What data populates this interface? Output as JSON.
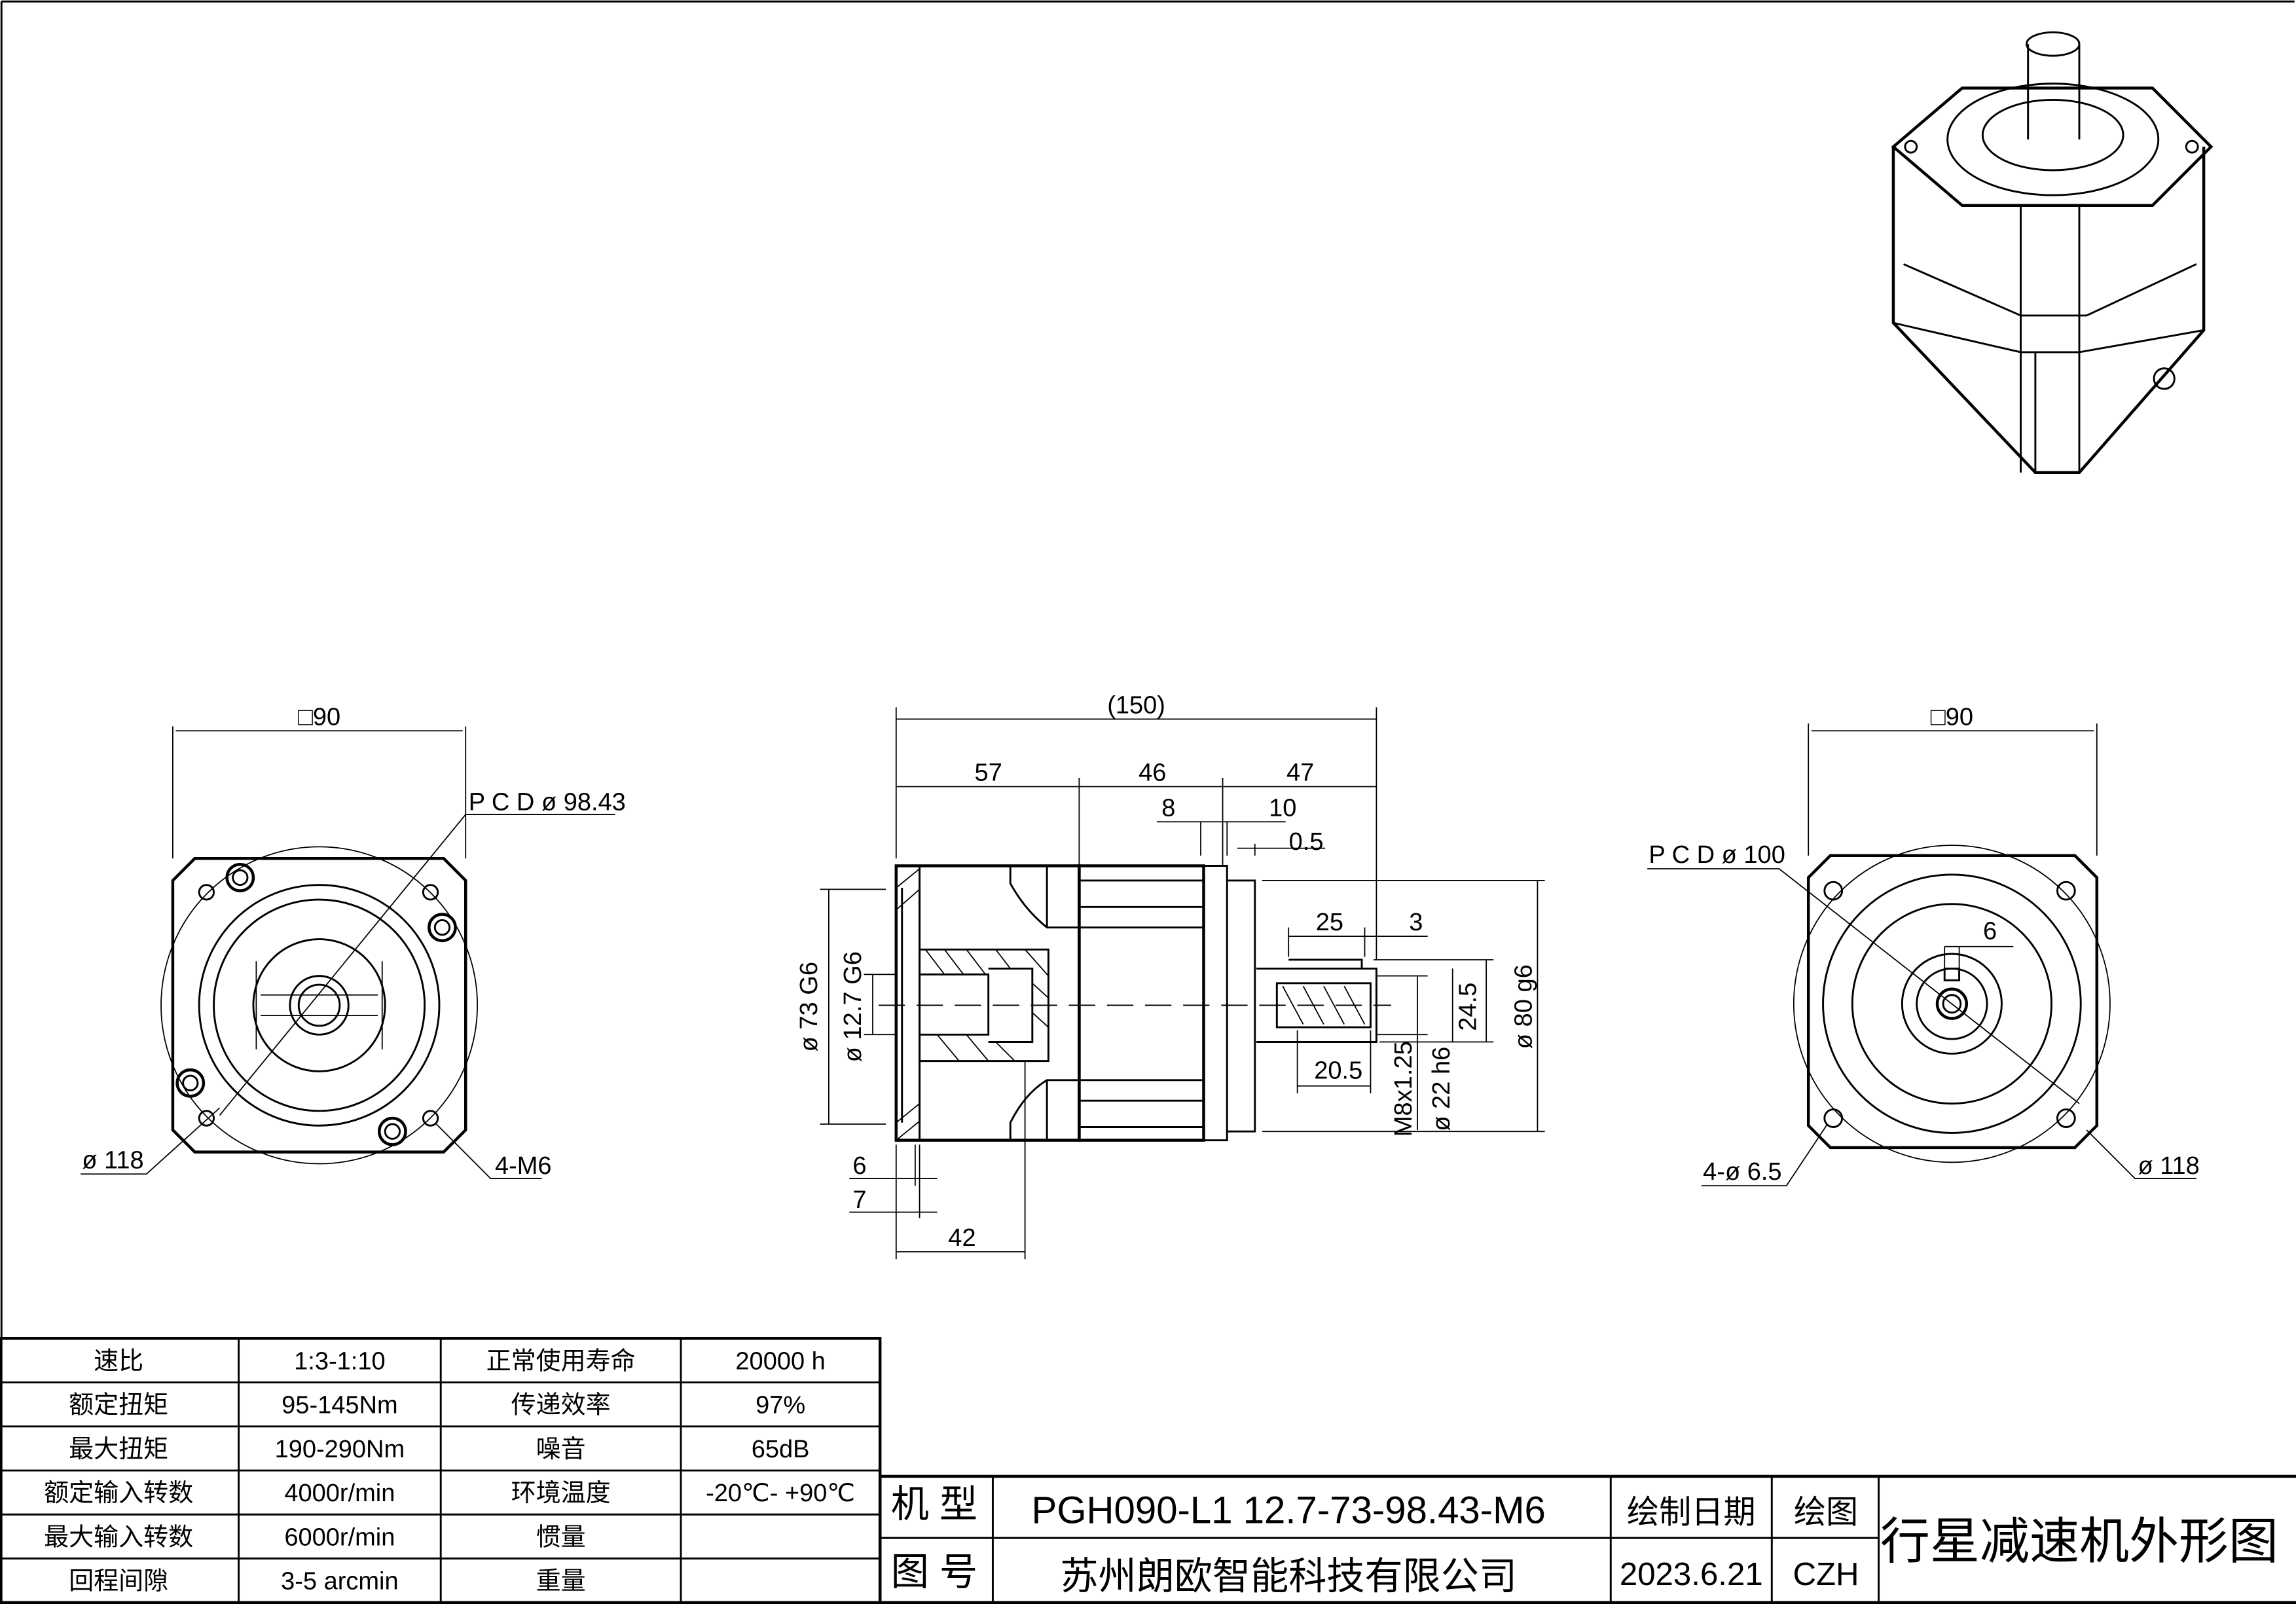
{
  "front_view": {
    "square": "□90",
    "pcd": "P C D ø 98.43",
    "outer_dia": "ø 118",
    "holes": "4-M6"
  },
  "side_view": {
    "overall": "(150)",
    "seg1": "57",
    "seg2": "46",
    "seg3": "47",
    "d8": "8",
    "d10": "10",
    "d05": "0.5",
    "key_len": "25",
    "key_off": "3",
    "shaft_key_h": "24.5",
    "thread_depth": "20.5",
    "bore_dia": "ø 73 G6",
    "input_dia": "ø 12.7 G6",
    "thread": "M8x1.25",
    "shaft_dia": "ø 22 h6",
    "pilot_dia": "ø 80 g6",
    "d6": "6",
    "d7": "7",
    "d42": "42"
  },
  "rear_view": {
    "square": "□90",
    "pcd": "P C D ø 100",
    "key_w": "6",
    "holes": "4-ø 6.5",
    "outer_dia": "ø 118"
  },
  "specs": [
    [
      "速比",
      "1:3-1:10",
      "正常使用寿命",
      "20000  h"
    ],
    [
      "额定扭矩",
      "95-145Nm",
      "传递效率",
      "97%"
    ],
    [
      "最大扭矩",
      "190-290Nm",
      "噪音",
      "65dB"
    ],
    [
      "额定输入转数",
      "4000r/min",
      "环境温度",
      "-20℃- +90℃"
    ],
    [
      "最大输入转数",
      "6000r/min",
      "惯量",
      ""
    ],
    [
      "回程间隙",
      "3-5 arcmin",
      "重量",
      ""
    ]
  ],
  "title_block": {
    "model_label": "机 型",
    "model_value": "PGH090-L1 12.7-73-98.43-M6",
    "drawing_no_label": "图 号",
    "company": "苏州朗欧智能科技有限公司",
    "date_label": "绘制日期",
    "date_value": "2023.6.21",
    "drawer_label": "绘图",
    "drawer_value": "CZH",
    "title": "行星减速机外形图"
  }
}
